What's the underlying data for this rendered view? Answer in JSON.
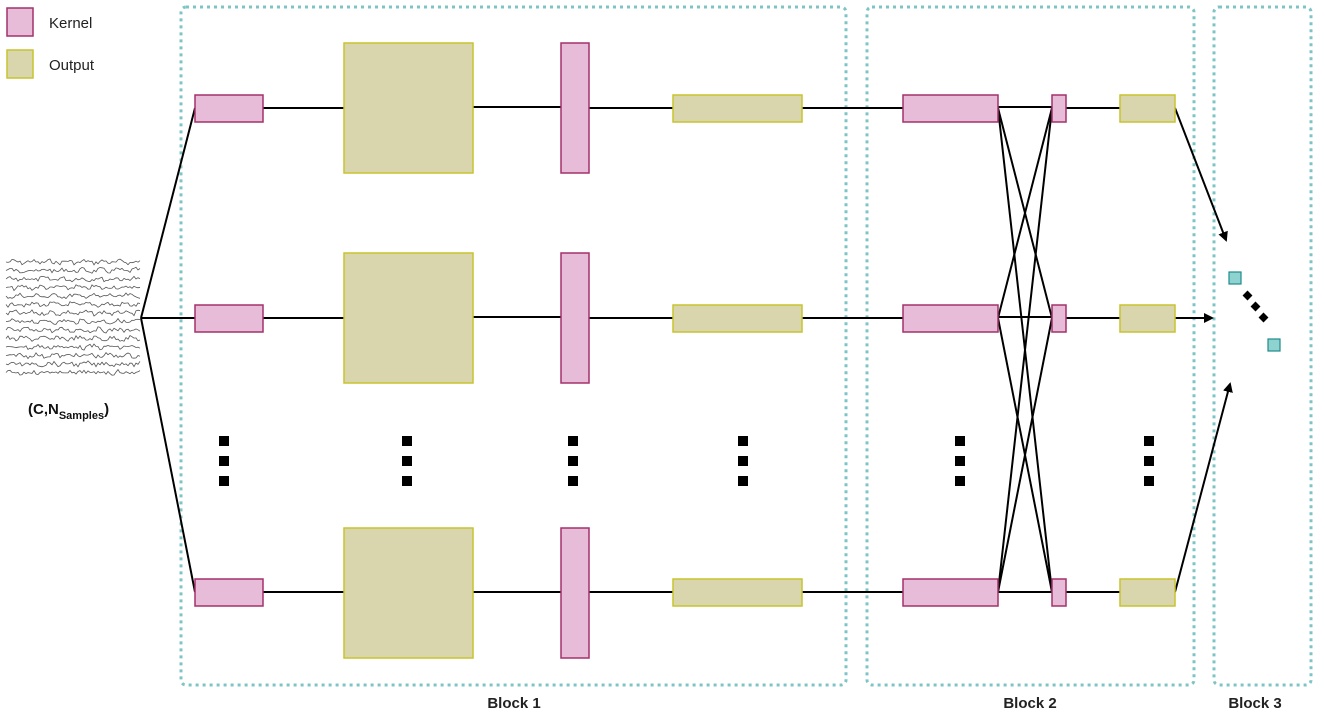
{
  "legend": {
    "kernel_label": "Kernel",
    "output_label": "Output"
  },
  "blocks": {
    "block1_label": "Block 1",
    "block2_label": "Block 2",
    "block3_label": "Block 3"
  },
  "input": {
    "label_open": "(C,N",
    "label_sub": "Samples",
    "label_close": ")"
  },
  "colors": {
    "kernel_fill": "#e6bcd9",
    "kernel_stroke": "#a4306a",
    "output_fill": "#d9d6ae",
    "output_stroke": "#c9c42e",
    "block_border": "#7fc4c4",
    "node_fill": "#8ed3cf",
    "node_stroke": "#1f8b8b",
    "line": "#000000"
  }
}
